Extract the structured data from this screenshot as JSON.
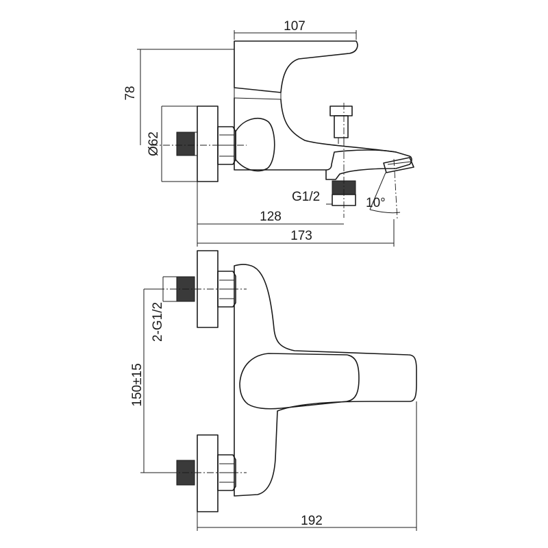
{
  "side_view": {
    "dims": {
      "top_length": "107",
      "height": "78",
      "flange_diameter": "Ø62",
      "outlet_thread": "G1/2",
      "spout_angle": "10°",
      "outlet_offset": "128",
      "total_length": "173"
    }
  },
  "top_view": {
    "dims": {
      "inlet_threads": "2-G1/2",
      "inlet_spacing": "150±15",
      "total_depth": "192"
    }
  },
  "colors": {
    "line": "#1a1a1a",
    "thread_fill": "#3a3a3a",
    "background": "#ffffff"
  }
}
